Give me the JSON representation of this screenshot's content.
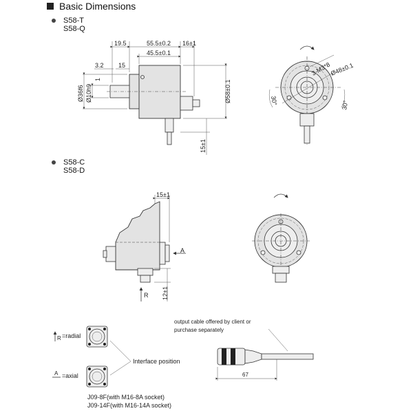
{
  "title": "Basic Dimensions",
  "colors": {
    "line": "#333333",
    "body_fill": "#e3e3e3",
    "text": "#222222"
  },
  "section1": {
    "models": [
      "S58-T",
      "S58-Q"
    ],
    "dims": {
      "d19_5": "19.5",
      "d55_5": "55.5±0.2",
      "d16": "16±1",
      "d45_5": "45.5±0.1",
      "d3_2": "3.2",
      "d15": "15",
      "d36": "Ø36f6",
      "d10": "Ø10h9",
      "d1": "1",
      "d58": "Ø58±0.1",
      "d15b": "15±1",
      "holes": "3-M3*8",
      "d48": "Ø48±0.1",
      "ang_left": "30°",
      "ang_right": "30°"
    }
  },
  "section2": {
    "models": [
      "S58-C",
      "S58-D"
    ],
    "dims": {
      "d15": "15±1",
      "d12": "12±1",
      "axial_mark": "A",
      "radial_mark": "R"
    }
  },
  "connectors": {
    "radial_mark": "R",
    "radial_label": "=radial",
    "axial_mark": "A",
    "axial_label": "=axial",
    "interface": "Interface position",
    "types": [
      "J09-8F(with M16-8A socket)",
      "J09-14F(with M16-14A socket)"
    ]
  },
  "cable": {
    "note_line1": "output cable offered by client or",
    "note_line2": "purchase separately",
    "length": "67"
  }
}
